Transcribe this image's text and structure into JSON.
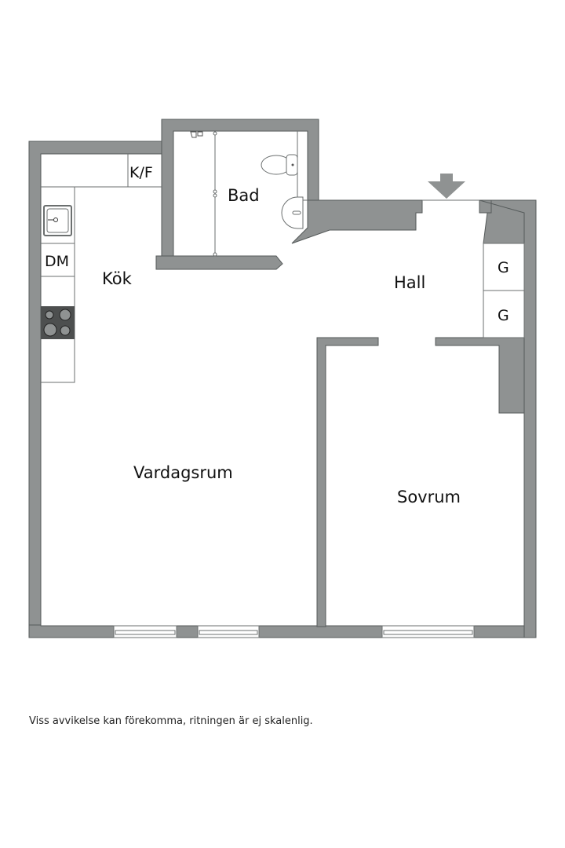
{
  "floorplan": {
    "rooms": [
      {
        "id": "kok",
        "label": "Kök"
      },
      {
        "id": "bad",
        "label": "Bad"
      },
      {
        "id": "hall",
        "label": "Hall"
      },
      {
        "id": "vardagsrum",
        "label": "Vardagsrum"
      },
      {
        "id": "sovrum",
        "label": "Sovrum"
      }
    ],
    "fixtures": {
      "fridge_freezer": "K/F",
      "dishwasher": "DM",
      "wardrobe_1": "G",
      "wardrobe_2": "G"
    },
    "icons": [
      "entrance-arrow-icon",
      "sink-icon",
      "stove-icon",
      "toilet-icon",
      "washbasin-icon",
      "shower-icon",
      "window-icon"
    ],
    "colors": {
      "wall": "#8f9292",
      "wall_stroke": "#555a5a",
      "stove": "#4d4f4f",
      "background": "#ffffff"
    }
  },
  "footer": {
    "disclaimer": "Viss avvikelse kan förekomma, ritningen är ej skalenlig."
  }
}
